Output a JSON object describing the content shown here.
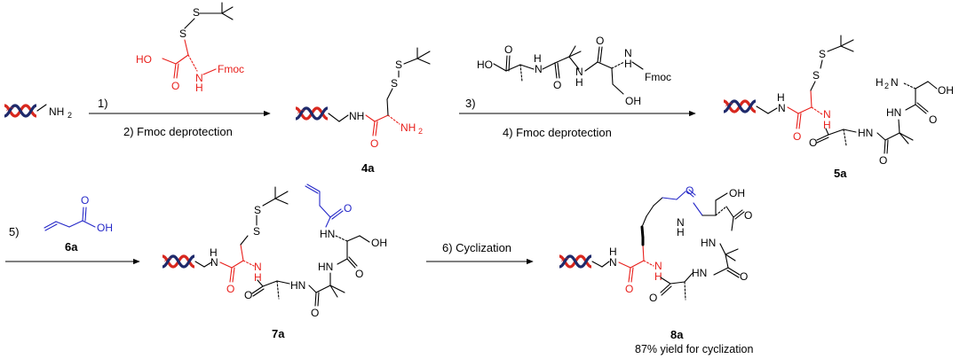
{
  "steps": {
    "s1": "1)",
    "s2": "2) Fmoc deprotection",
    "s3": "3)",
    "s4": "4) Fmoc deprotection",
    "s5": "5)",
    "s6": "6) Cyclization"
  },
  "compounds": {
    "c4a": "4a",
    "c5a": "5a",
    "c6a": "6a",
    "c7a": "7a",
    "c8a": "8a",
    "yield_note": "87% yield for cyclization"
  },
  "atoms": {
    "nh2": "NH",
    "sub2": "2",
    "h2n": "H",
    "h2n_sub": "2",
    "h2n_n": "N",
    "nh": "NH",
    "hn": "HN",
    "h": "H",
    "n": "N",
    "o": "O",
    "s": "S",
    "ho": "HO",
    "oh": "OH",
    "fmoc": "Fmoc"
  },
  "colors": {
    "highlight_red": "#e8201c",
    "highlight_blue": "#2528c8",
    "dna_navy": "#1f2a6b",
    "dna_red": "#d8281f"
  }
}
